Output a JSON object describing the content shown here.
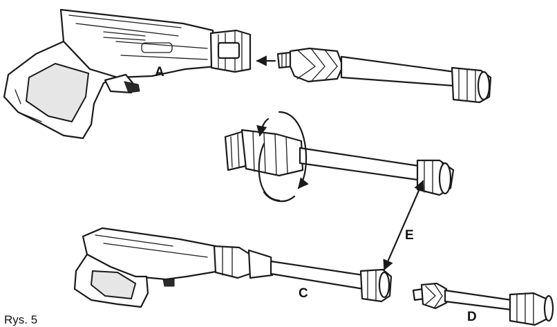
{
  "labels": {
    "a": "A",
    "c": "C",
    "d": "D",
    "e": "E"
  },
  "caption": "Rys. 5"
}
